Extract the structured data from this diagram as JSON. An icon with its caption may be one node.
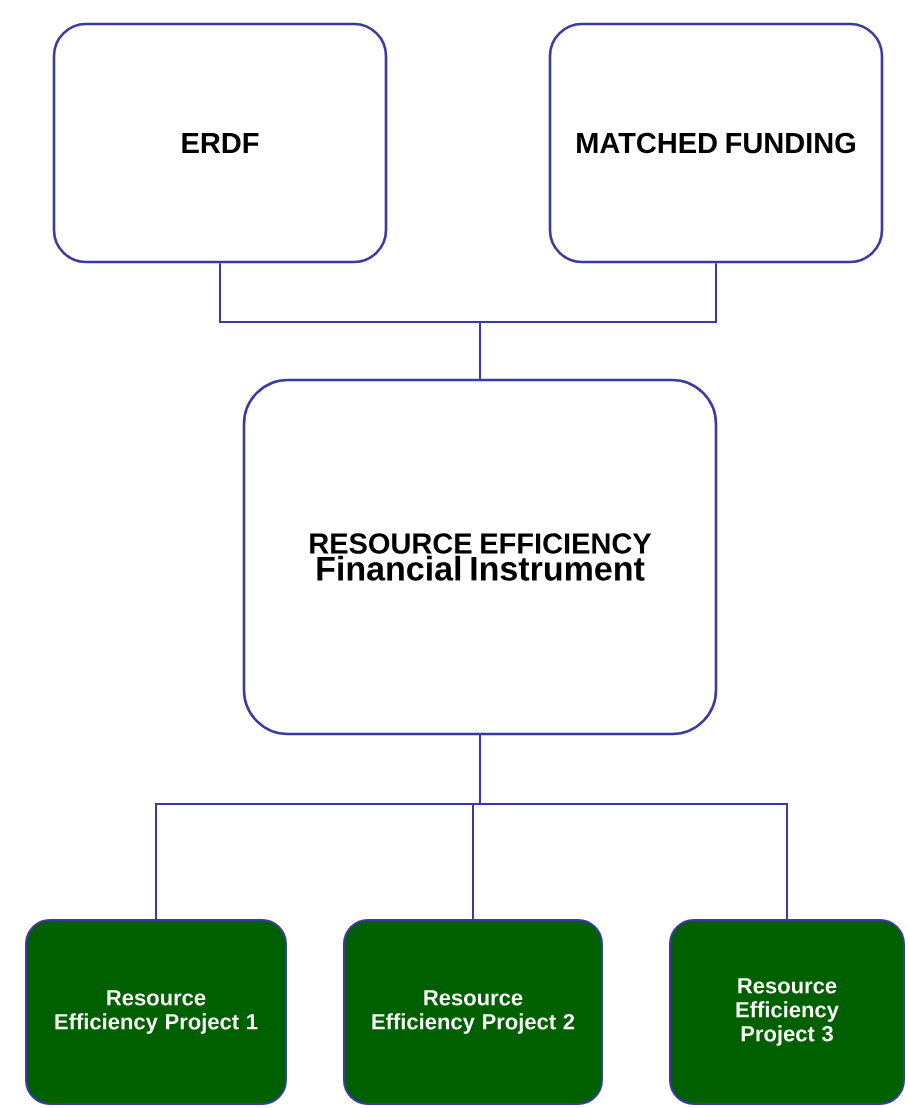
{
  "diagram": {
    "nodes": [
      {
        "text": [
          "ERDF"
        ]
      },
      {
        "text": [
          "MATCHED FUNDING"
        ]
      },
      {
        "text": [
          "RESOURCE EFFICIENCY",
          "Financial Instrument"
        ]
      },
      {
        "text": [
          "Resource Efficiency Project 1"
        ]
      },
      {
        "text": [
          "Resource Efficiency Project 2"
        ]
      },
      {
        "text": [
          "Resource Efficiency Project 3"
        ]
      }
    ],
    "edges": [
      {
        "from": 0,
        "to": 2,
        "arrow": "none"
      },
      {
        "from": 1,
        "to": 2,
        "arrow": "none"
      },
      {
        "from": 2,
        "to": 3,
        "arrow": "none"
      },
      {
        "from": 2,
        "to": 4,
        "arrow": "none"
      },
      {
        "from": 2,
        "to": 5,
        "arrow": "none"
      }
    ]
  }
}
